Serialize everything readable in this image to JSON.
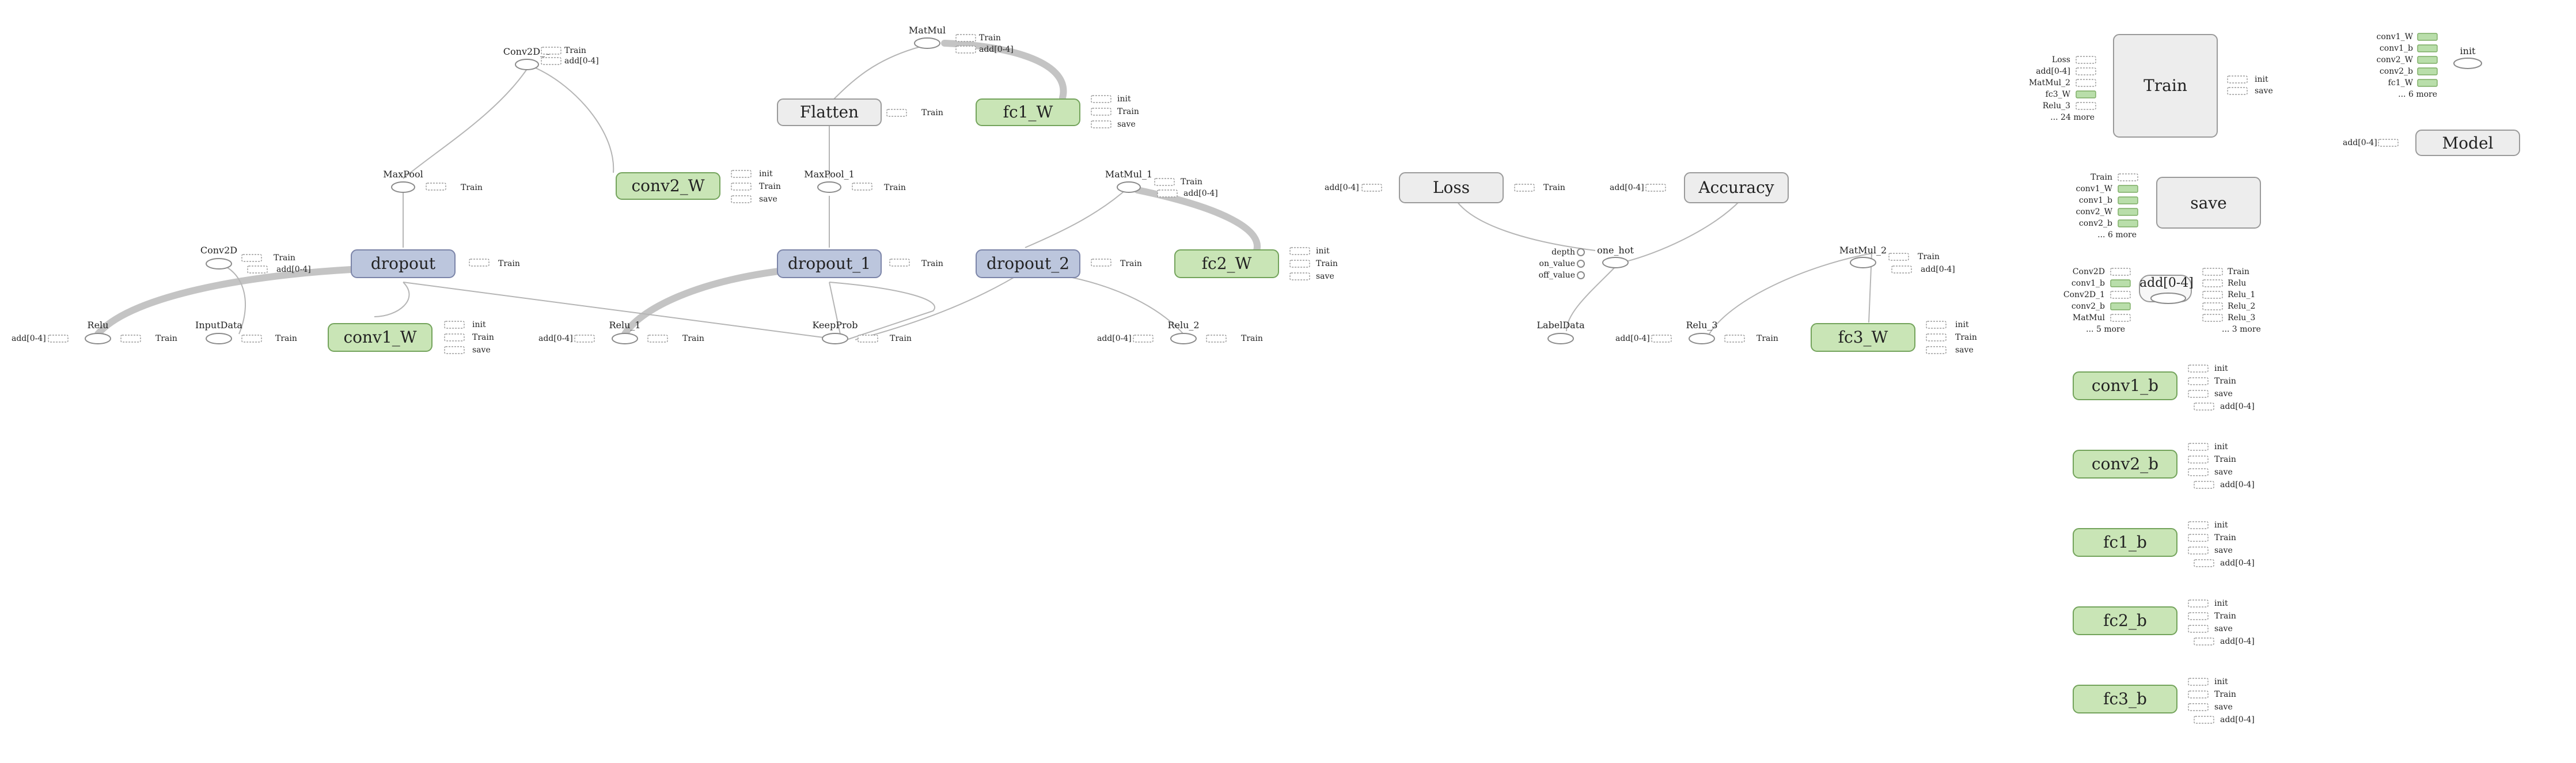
{
  "nodes": {
    "dropout": "dropout",
    "dropout_1": "dropout_1",
    "dropout_2": "dropout_2",
    "flatten": "Flatten",
    "fc1_w": "fc1_W",
    "fc2_w": "fc2_W",
    "fc3_w": "fc3_W",
    "conv1_w": "conv1_W",
    "conv2_w": "conv2_W",
    "loss": "Loss",
    "accuracy": "Accuracy",
    "train": "Train",
    "save": "save",
    "model": "Model",
    "add04": "add[0-4]",
    "conv1_b": "conv1_b",
    "conv2_b": "conv2_b",
    "fc1_b": "fc1_b",
    "fc2_b": "fc2_b",
    "fc3_b": "fc3_b"
  },
  "ops": {
    "matmul": "MatMul",
    "conv2d_1": "Conv2D_1",
    "maxpool": "MaxPool",
    "maxpool_1": "MaxPool_1",
    "matmul_1": "MatMul_1",
    "matmul_2": "MatMul_2",
    "conv2d": "Conv2D",
    "relu": "Relu",
    "relu_1": "Relu_1",
    "relu_2": "Relu_2",
    "relu_3": "Relu_3",
    "inputdata": "InputData",
    "keepprob": "KeepProb",
    "labeldata": "LabelData",
    "one_hot": "one_hot",
    "depth": "depth",
    "on_value": "on_value",
    "off_value": "off_value",
    "init": "init"
  },
  "aux": {
    "train": "Train",
    "init": "init",
    "save": "save",
    "add04": "add[0-4]"
  },
  "train_inputs": [
    "Loss",
    "add[0-4]",
    "MatMul_2",
    "fc3_W",
    "Relu_3",
    "... 24 more"
  ],
  "save_inputs": [
    "Train",
    "conv1_W",
    "conv1_b",
    "conv2_W",
    "conv2_b",
    "... 6 more"
  ],
  "init_inputs": [
    "conv1_W",
    "conv1_b",
    "conv2_W",
    "conv2_b",
    "fc1_W",
    "... 6 more"
  ],
  "add_inputs": [
    "Conv2D",
    "conv1_b",
    "Conv2D_1",
    "conv2_b",
    "MatMul",
    "... 5 more"
  ],
  "add_outputs": [
    "Train",
    "Relu",
    "Relu_1",
    "Relu_2",
    "Relu_3",
    "... 3 more"
  ],
  "colors": {
    "namespace_blue": "#bcc6dd",
    "variable_green": "#c9e5b6",
    "op_grey": "#ededed",
    "edge": "#b5b5b5"
  }
}
